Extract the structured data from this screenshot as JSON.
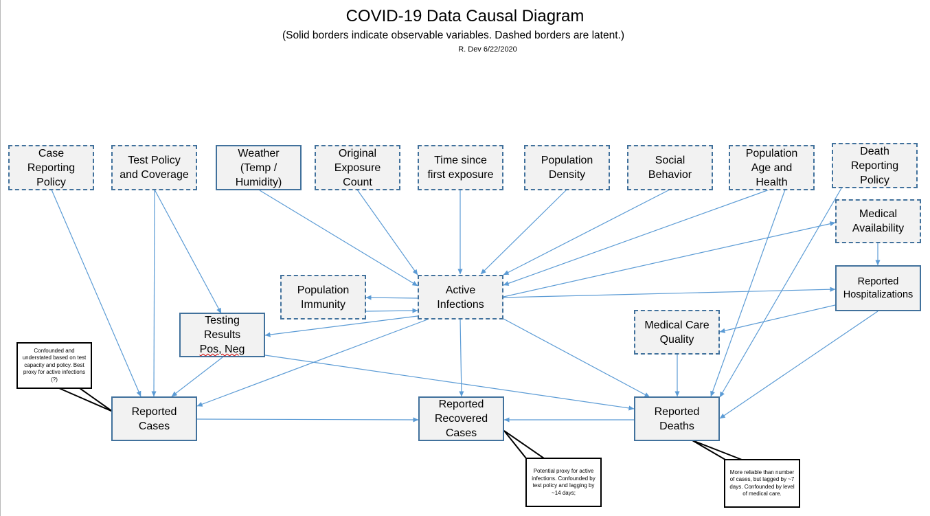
{
  "title": "COVID-19 Data Causal Diagram",
  "subtitle": "(Solid borders indicate observable variables. Dashed borders are latent.)",
  "author": "R. Dev 6/22/2020",
  "colors": {
    "border": "#41719c",
    "arrow": "#5b9bd5",
    "fill": "#f2f2f2"
  },
  "nodes": {
    "case_reporting_policy": "Case\nReporting\nPolicy",
    "test_policy": "Test Policy\nand Coverage",
    "weather": "Weather\n(Temp /\nHumidity)",
    "original_exposure": "Original\nExposure\nCount",
    "time_since_exposure": "Time since\nfirst exposure",
    "population_density": "Population\nDensity",
    "social_behavior": "Social\nBehavior",
    "population_age_health": "Population\nAge and\nHealth",
    "death_reporting_policy": "Death\nReporting\nPolicy",
    "medical_availability": "Medical\nAvailability",
    "reported_hospitalizations": "Reported\nHospitalizations",
    "population_immunity": "Population\nImmunity",
    "active_infections": "Active\nInfections",
    "testing_results_line1": "Testing\nResults",
    "testing_results_line2": "Pos, Neg",
    "medical_care_quality": "Medical Care\nQuality",
    "reported_cases": "Reported\nCases",
    "reported_recovered": "Reported\nRecovered\nCases",
    "reported_deaths": "Reported\nDeaths"
  },
  "notes": {
    "cases_note": "Confounded and understated based on test capacity and policy. Best proxy for active infections (?)",
    "recovered_note": "Potential proxy for active infections. Confounded by test policy and lagging by ~14 days;",
    "deaths_note": "More reliable than number of cases, but lagged by ~7 days. Confounded by level of medical care."
  }
}
